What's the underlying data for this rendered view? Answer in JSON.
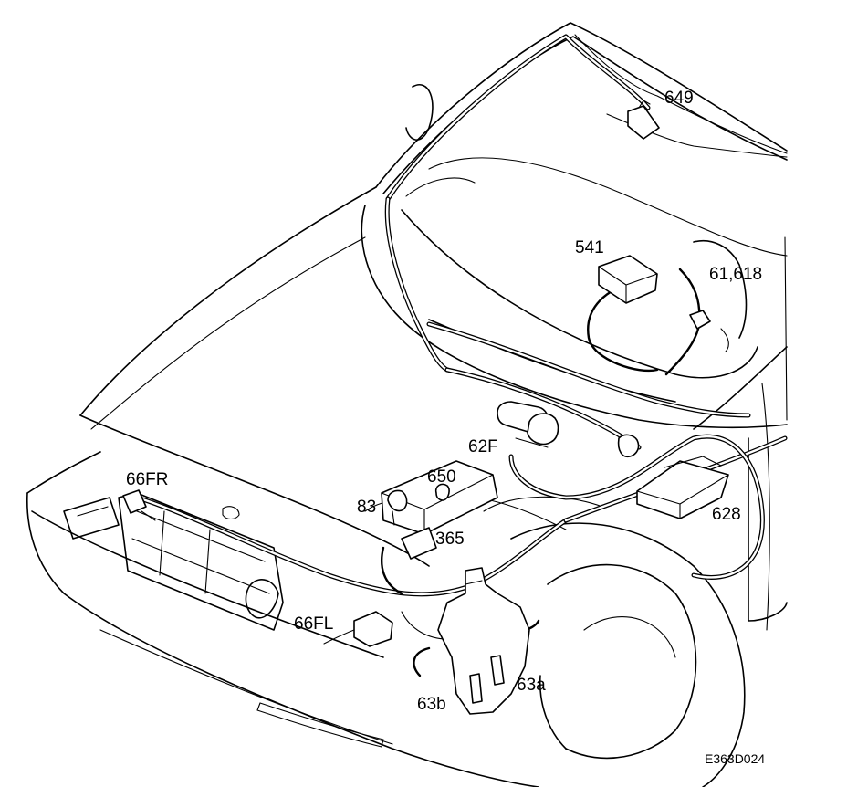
{
  "callouts": {
    "c649": "649",
    "c541": "541",
    "c61_618": "61,618",
    "c62F": "62F",
    "c66FR": "66FR",
    "c650": "650",
    "c83": "83",
    "c365": "365",
    "c628": "628",
    "c66FL": "66FL",
    "c63b": "63b",
    "c63a": "63a"
  },
  "drawing_code": "E363D024"
}
